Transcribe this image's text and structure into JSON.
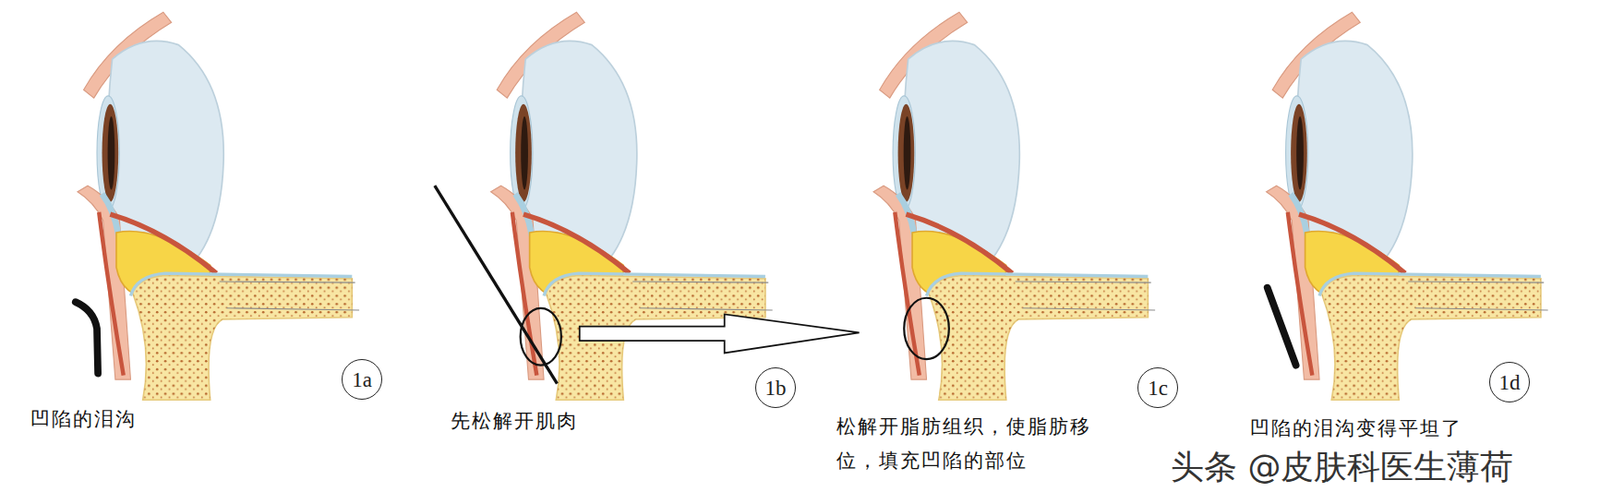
{
  "diagram": {
    "nodes": [
      {
        "text": [
          "1a"
        ]
      },
      {
        "text": [
          "1b"
        ]
      },
      {
        "text": [
          "1c"
        ]
      },
      {
        "text": [
          "1d"
        ]
      }
    ],
    "labels": [
      "凹陷的泪沟",
      "先松解开肌肉",
      "松解开脂肪组织，使脂肪移位，填充凹陷的部位",
      "凹陷的泪沟变得平坦了",
      "头条 @皮肤科医生薄荷"
    ]
  }
}
